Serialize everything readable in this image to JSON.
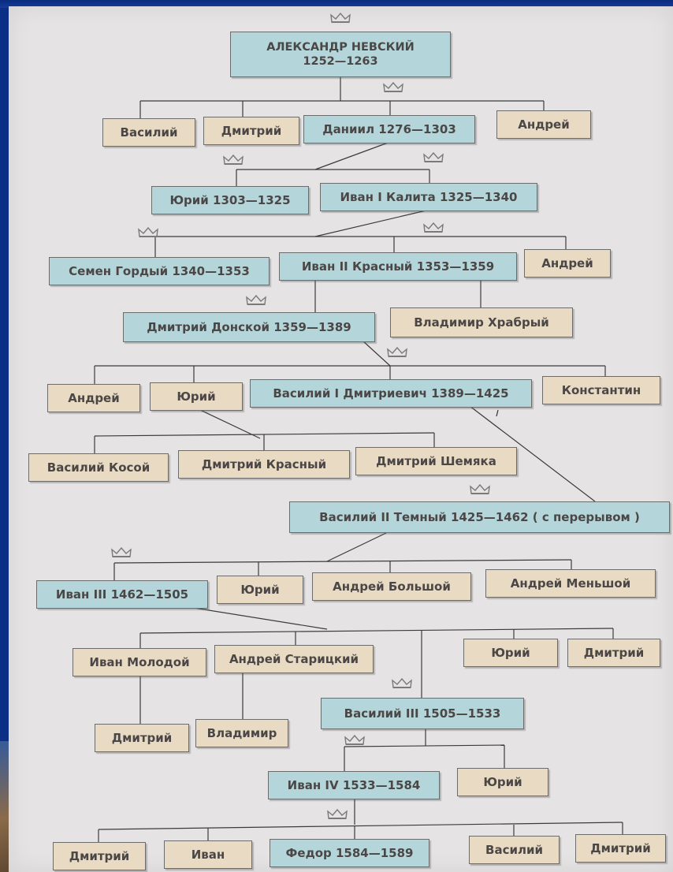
{
  "rulers_tree": {
    "root": {
      "name": "АЛЕКСАНДР НЕВСКИЙ",
      "years": "1252—1263"
    },
    "gen2": {
      "vasily": "Василий",
      "dmitry": "Дмитрий",
      "daniil": "Даниил 1276—1303",
      "andrey": "Андрей"
    },
    "gen3": {
      "yury": "Юрий 1303—1325",
      "ivan1": "Иван I Калита 1325—1340"
    },
    "gen4": {
      "semen": "Семен Гордый 1340—1353",
      "ivan2": "Иван II Красный 1353—1359",
      "andrey": "Андрей"
    },
    "gen5": {
      "dmitry_donskoy": "Дмитрий Донской 1359—1389",
      "vladimir": "Владимир Храбрый"
    },
    "gen6": {
      "andrey": "Андрей",
      "yury": "Юрий",
      "vasily1": "Василий I Дмитриевич 1389—1425",
      "konstantin": "Константин"
    },
    "gen7": {
      "vasily_kosoy": "Василий Косой",
      "dmitry_krasny": "Дмитрий Красный",
      "dmitry_shemyaka": "Дмитрий Шемяка"
    },
    "gen8": {
      "vasily2": "Василий II Темный 1425—1462 ( с перерывом )"
    },
    "gen9": {
      "ivan3": "Иван III 1462—1505",
      "yury": "Юрий",
      "andrey_bolshoy": "Андрей Большой",
      "andrey_menshoy": "Андрей Меньшой"
    },
    "gen10": {
      "ivan_molodoy": "Иван Молодой",
      "andrey_staritsky": "Андрей Старицкий",
      "yury": "Юрий",
      "dmitry": "Дмитрий"
    },
    "gen11": {
      "dmitry": "Дмитрий",
      "vladimir": "Владимир",
      "vasily3": "Василий III 1505—1533"
    },
    "gen12": {
      "ivan4": "Иван IV 1533—1584",
      "yury": "Юрий"
    },
    "gen13": {
      "dmitry": "Дмитрий",
      "ivan": "Иван",
      "fedor": "Федор 1584—1589",
      "vasily": "Василий",
      "dmitry2": "Дмитрий"
    }
  },
  "colors": {
    "ruler": "#b4d6da",
    "relative": "#e8dac3",
    "page": "#e6e3e4",
    "frame": "#0b2f86"
  },
  "icons": {
    "crown": "crown-icon"
  }
}
